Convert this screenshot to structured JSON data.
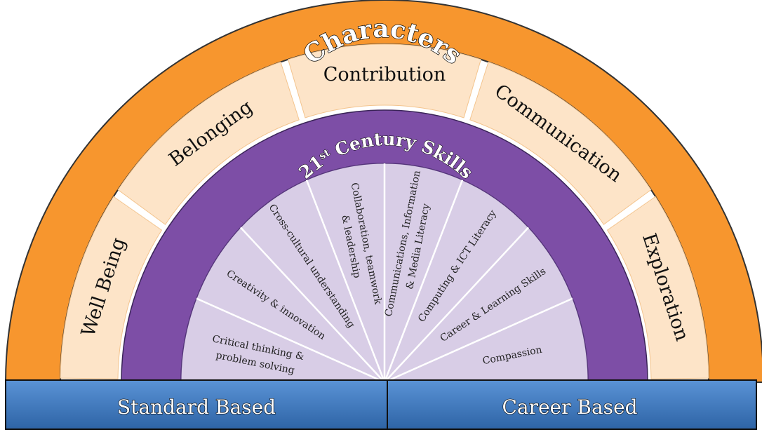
{
  "title": "Characters",
  "characters": [
    "Well Being",
    "Belonging",
    "Contribution",
    "Communication",
    "Exploration"
  ],
  "skills_title": {
    "main": "21",
    "sup": "st",
    "rest": "Century Skills"
  },
  "skills": [
    [
      "Critical thinking &",
      "problem solving"
    ],
    [
      "Creativity & innovation"
    ],
    [
      "Cross-cultural understanding"
    ],
    [
      "Collaboration, teamwork",
      "& leadership"
    ],
    [
      "Communications, Information",
      "& Media Literacy"
    ],
    [
      "Computing & ICT Literacy"
    ],
    [
      "Career & Learning Skills"
    ],
    [
      "Compassion"
    ]
  ],
  "base": {
    "left": "Standard Based",
    "right": "Career Based"
  },
  "colors": {
    "outer_ring": "#f7962e",
    "character_band": "#fde4c8",
    "skills_ring": "#7d4ea6",
    "skills_fill": "#d8cde6",
    "base_bar": "#3d78bd",
    "outline": "#111111"
  }
}
